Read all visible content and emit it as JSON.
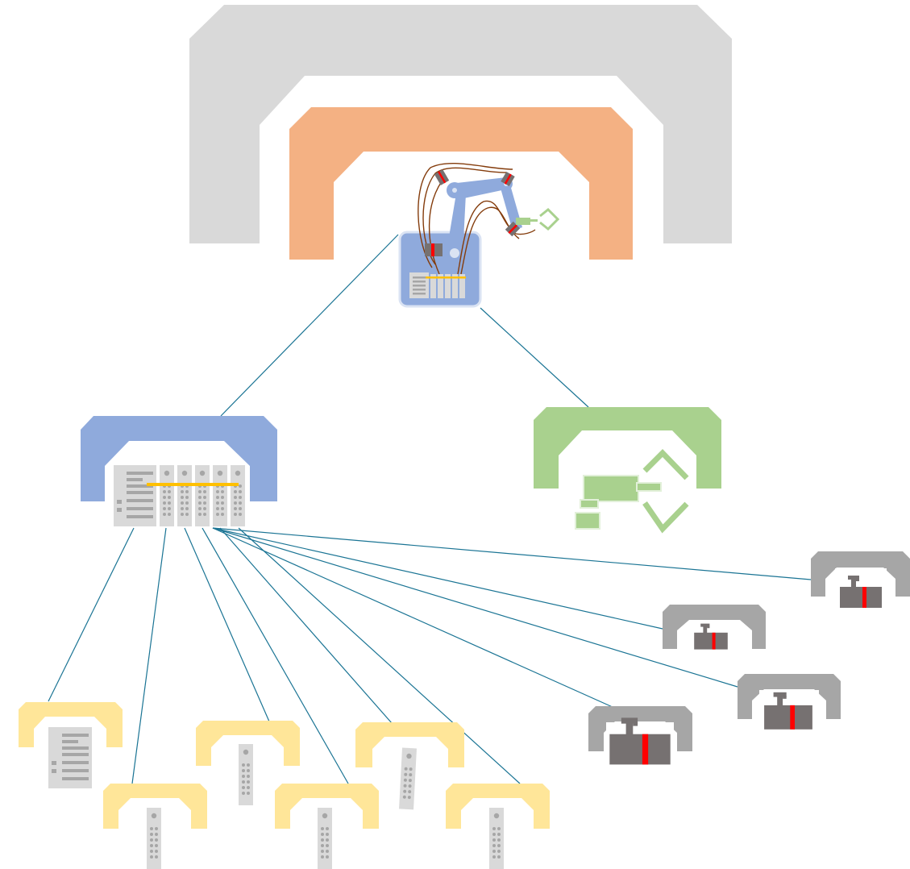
{
  "colors": {
    "background": "#ffffff",
    "cell": "#d9d9d9",
    "robot_frame": "#f4b183",
    "controller_frame": "#8faadc",
    "gripper_frame": "#a9d18e",
    "io_module_frame": "#ffe699",
    "drive_frame": "#a6a6a6",
    "motor_body": "#767171",
    "motor_band": "#ff0000",
    "bus_bar": "#ffc000",
    "link": "#1a7494",
    "module_grey": "#d9d9d9",
    "dot_grey": "#a6a6a6",
    "cable": "#843c0c"
  },
  "diagram": {
    "root": {
      "label": "",
      "icon": "robot-arm-icon"
    },
    "nodes": [
      {
        "id": "cell",
        "label": "",
        "icon": "enclosure-icon"
      },
      {
        "id": "robot",
        "label": "",
        "icon": "robot-arm-icon"
      },
      {
        "id": "controller",
        "label": "",
        "icon": "controller-rack-icon"
      },
      {
        "id": "gripper",
        "label": "",
        "icon": "gripper-icon"
      },
      {
        "id": "cpu",
        "label": "",
        "icon": "cpu-module-icon"
      },
      {
        "id": "io-1",
        "label": "",
        "icon": "io-module-icon"
      },
      {
        "id": "io-2",
        "label": "",
        "icon": "io-module-icon"
      },
      {
        "id": "io-3",
        "label": "",
        "icon": "io-module-icon"
      },
      {
        "id": "io-4",
        "label": "",
        "icon": "io-module-icon"
      },
      {
        "id": "io-5",
        "label": "",
        "icon": "io-module-icon"
      },
      {
        "id": "motor-1",
        "label": "",
        "icon": "servo-motor-icon"
      },
      {
        "id": "motor-2",
        "label": "",
        "icon": "servo-motor-icon"
      },
      {
        "id": "motor-3",
        "label": "",
        "icon": "servo-motor-icon"
      },
      {
        "id": "motor-4",
        "label": "",
        "icon": "servo-motor-icon"
      }
    ],
    "edges": [
      {
        "from": "robot",
        "to": "controller"
      },
      {
        "from": "robot",
        "to": "gripper"
      },
      {
        "from": "controller",
        "to": "cpu"
      },
      {
        "from": "controller",
        "to": "io-1"
      },
      {
        "from": "controller",
        "to": "io-2"
      },
      {
        "from": "controller",
        "to": "io-3"
      },
      {
        "from": "controller",
        "to": "io-4"
      },
      {
        "from": "controller",
        "to": "io-5"
      },
      {
        "from": "controller",
        "to": "motor-1"
      },
      {
        "from": "controller",
        "to": "motor-2"
      },
      {
        "from": "controller",
        "to": "motor-3"
      },
      {
        "from": "controller",
        "to": "motor-4"
      }
    ]
  }
}
